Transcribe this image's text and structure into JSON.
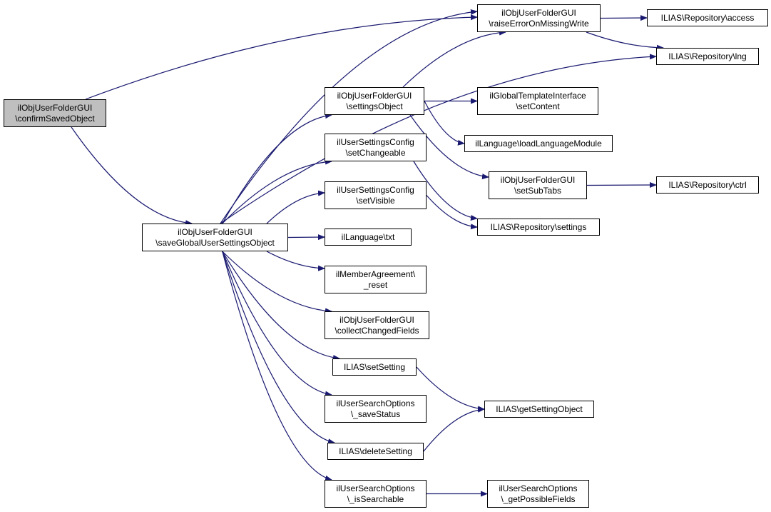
{
  "colors": {
    "edge": "#191970",
    "node_border": "#000000",
    "root_fill": "#bfbfbf",
    "node_fill": "#ffffff"
  },
  "nodes": {
    "confirm": {
      "lines": [
        "ilObjUserFolderGUI",
        "\\confirmSavedObject"
      ],
      "root": true
    },
    "save": {
      "lines": [
        "ilObjUserFolderGUI",
        "\\saveGlobalUserSettingsObject"
      ]
    },
    "raise": {
      "lines": [
        "ilObjUserFolderGUI",
        "\\raiseErrorOnMissingWrite"
      ]
    },
    "access": {
      "lines": [
        "ILIAS\\Repository\\access"
      ]
    },
    "lng": {
      "lines": [
        "ILIAS\\Repository\\lng"
      ]
    },
    "settingsObj": {
      "lines": [
        "ilObjUserFolderGUI",
        "\\settingsObject"
      ]
    },
    "setContent": {
      "lines": [
        "ilGlobalTemplateInterface",
        "\\setContent"
      ]
    },
    "loadLang": {
      "lines": [
        "ilLanguage\\loadLanguageModule"
      ]
    },
    "setSubTabs": {
      "lines": [
        "ilObjUserFolderGUI",
        "\\setSubTabs"
      ]
    },
    "ctrl": {
      "lines": [
        "ILIAS\\Repository\\ctrl"
      ]
    },
    "setChangeable": {
      "lines": [
        "ilUserSettingsConfig",
        "\\setChangeable"
      ]
    },
    "setVisible": {
      "lines": [
        "ilUserSettingsConfig",
        "\\setVisible"
      ]
    },
    "repoSettings": {
      "lines": [
        "ILIAS\\Repository\\settings"
      ]
    },
    "txt": {
      "lines": [
        "ilLanguage\\txt"
      ]
    },
    "reset": {
      "lines": [
        "ilMemberAgreement\\",
        "_reset"
      ]
    },
    "collect": {
      "lines": [
        "ilObjUserFolderGUI",
        "\\collectChangedFields"
      ]
    },
    "setSetting": {
      "lines": [
        "ILIAS\\setSetting"
      ]
    },
    "getSettingObj": {
      "lines": [
        "ILIAS\\getSettingObject"
      ]
    },
    "saveStatus": {
      "lines": [
        "ilUserSearchOptions",
        "\\_saveStatus"
      ]
    },
    "deleteSetting": {
      "lines": [
        "ILIAS\\deleteSetting"
      ]
    },
    "isSearchable": {
      "lines": [
        "ilUserSearchOptions",
        "\\_isSearchable"
      ]
    },
    "possibleFields": {
      "lines": [
        "ilUserSearchOptions",
        "\\_getPossibleFields"
      ]
    }
  },
  "edges": [
    [
      "confirm",
      "raise"
    ],
    [
      "confirm",
      "save"
    ],
    [
      "save",
      "raise"
    ],
    [
      "save",
      "lng"
    ],
    [
      "save",
      "settingsObj"
    ],
    [
      "save",
      "setChangeable"
    ],
    [
      "save",
      "setVisible"
    ],
    [
      "save",
      "txt"
    ],
    [
      "save",
      "reset"
    ],
    [
      "save",
      "collect"
    ],
    [
      "save",
      "setSetting"
    ],
    [
      "save",
      "saveStatus"
    ],
    [
      "save",
      "deleteSetting"
    ],
    [
      "save",
      "isSearchable"
    ],
    [
      "raise",
      "access"
    ],
    [
      "raise",
      "lng"
    ],
    [
      "settingsObj",
      "raise"
    ],
    [
      "settingsObj",
      "setContent"
    ],
    [
      "settingsObj",
      "loadLang"
    ],
    [
      "settingsObj",
      "setSubTabs"
    ],
    [
      "setSubTabs",
      "ctrl"
    ],
    [
      "setChangeable",
      "repoSettings"
    ],
    [
      "setVisible",
      "repoSettings"
    ],
    [
      "setSetting",
      "getSettingObj"
    ],
    [
      "deleteSetting",
      "getSettingObj"
    ],
    [
      "isSearchable",
      "possibleFields"
    ]
  ]
}
